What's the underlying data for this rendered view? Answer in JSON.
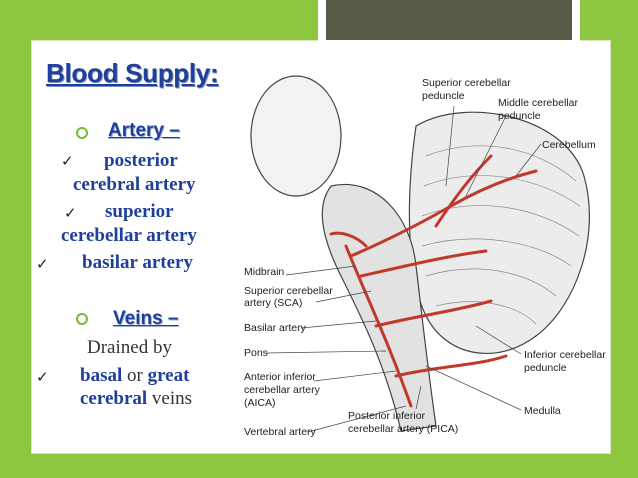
{
  "slide": {
    "title": "Blood Supply:",
    "artery_heading": "Artery –",
    "artery_items": [
      "posterior",
      "cerebral artery",
      "superior",
      "cerebellar  artery",
      "basilar artery"
    ],
    "veins_heading": "Veins –",
    "drained_by": "Drained by",
    "vein_line": {
      "basal": "basal",
      "or": "or",
      "great": "great",
      "cerebral": "cerebral",
      "veins": "veins"
    }
  },
  "figure": {
    "labels": {
      "sup_ped_1": "Superior cerebellar",
      "sup_ped_2": "peduncle",
      "mid_ped_1": "Middle cerebellar",
      "mid_ped_2": "peduncle",
      "cerebellum": "Cerebellum",
      "midbrain": "Midbrain",
      "sca_1": "Superior cerebellar",
      "sca_2": "artery (SCA)",
      "basilar": "Basilar artery",
      "pons": "Pons",
      "aica_1": "Anterior inferior",
      "aica_2": "cerebellar artery",
      "aica_3": "(AICA)",
      "vertebral": "Vertebral artery",
      "pica_1": "Posterior inferior",
      "pica_2": "cerebellar artery (PICA)",
      "inf_ped_1": "Inferior cerebellar",
      "inf_ped_2": "peduncle",
      "medulla": "Medulla"
    }
  },
  "colors": {
    "background": "#8dc63f",
    "heading": "#1f3f9a",
    "header_box": "#5a5a48",
    "bullet_ring": "#7ab934",
    "artery": "#c0392b"
  }
}
